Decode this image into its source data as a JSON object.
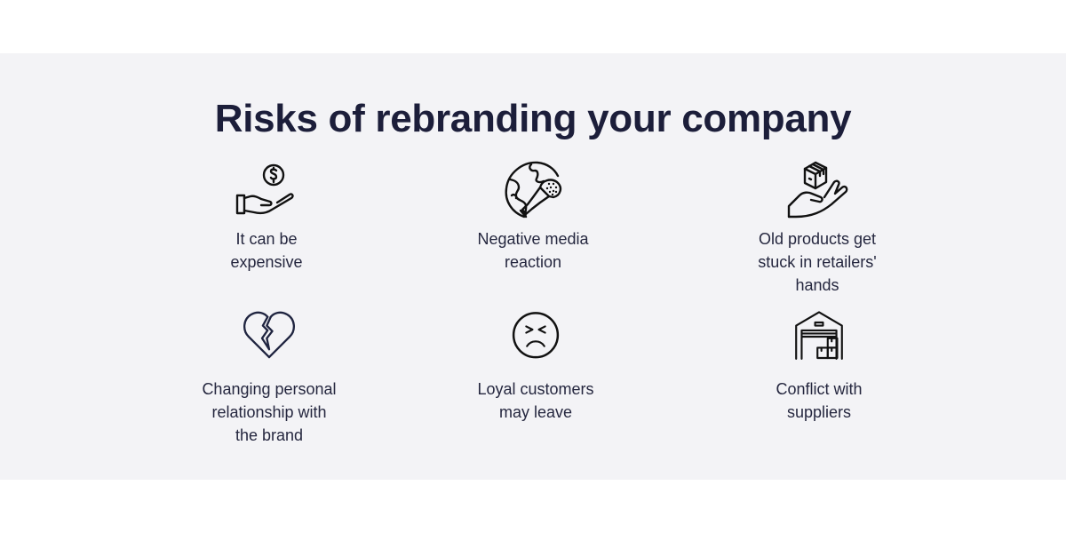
{
  "page": {
    "title": "Risks of rebranding your company",
    "background_color": "#f3f3f6",
    "title_color": "#1c1e3a"
  },
  "risks": [
    {
      "icon": "hand-money-icon",
      "label_lines": [
        "It can be",
        "expensive"
      ]
    },
    {
      "icon": "globe-microphone-icon",
      "label_lines": [
        "Negative media",
        "reaction"
      ]
    },
    {
      "icon": "hand-box-icon",
      "label_lines": [
        "Old products get",
        "stuck in retailers'",
        "hands"
      ]
    },
    {
      "icon": "broken-heart-icon",
      "label_lines": [
        "Changing personal",
        "relationship with",
        "the brand"
      ]
    },
    {
      "icon": "upset-face-icon",
      "label_lines": [
        "Loyal customers",
        "may leave"
      ]
    },
    {
      "icon": "warehouse-icon",
      "label_lines": [
        "Conflict with",
        "suppliers"
      ]
    }
  ]
}
